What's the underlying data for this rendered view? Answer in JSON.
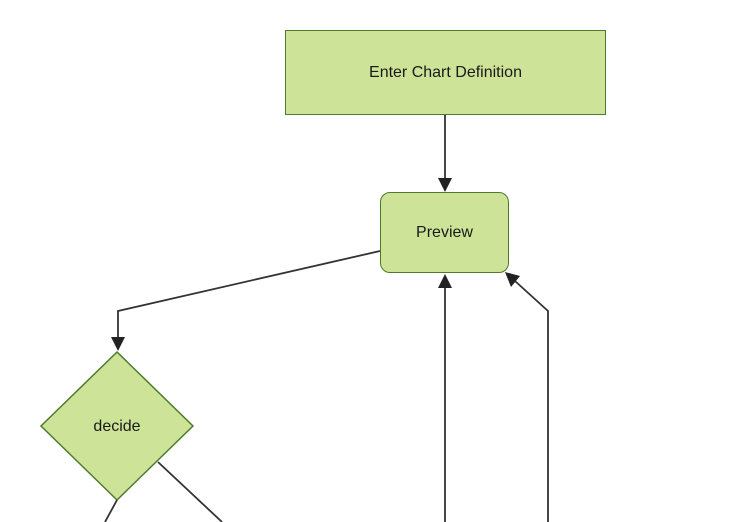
{
  "diagram": {
    "type": "flowchart",
    "orientation": "top-down",
    "nodes": [
      {
        "id": "enter-chart-definition",
        "label": "Enter Chart Definition",
        "shape": "rectangle"
      },
      {
        "id": "preview",
        "label": "Preview",
        "shape": "rounded-rectangle"
      },
      {
        "id": "decide",
        "label": "decide",
        "shape": "diamond"
      }
    ],
    "edges": [
      {
        "from": "Enter Chart Definition",
        "to": "Preview",
        "arrowhead": true
      },
      {
        "from": "Preview",
        "to": "decide",
        "arrowhead": true
      },
      {
        "from": "offscreen-bottom-center",
        "to": "Preview",
        "arrowhead": true
      },
      {
        "from": "offscreen-bottom-right",
        "to": "Preview",
        "arrowhead": true
      },
      {
        "from": "decide",
        "to": "offscreen-bottom-left",
        "arrowhead": false
      },
      {
        "from": "decide",
        "to": "offscreen-bottom-right",
        "arrowhead": false
      }
    ],
    "colors": {
      "node_fill": "#cde498",
      "node_border": "#4e7a2d",
      "edge": "#333333",
      "arrowhead": "#222222",
      "text": "#1a1a1a",
      "background": "#ffffff"
    }
  }
}
